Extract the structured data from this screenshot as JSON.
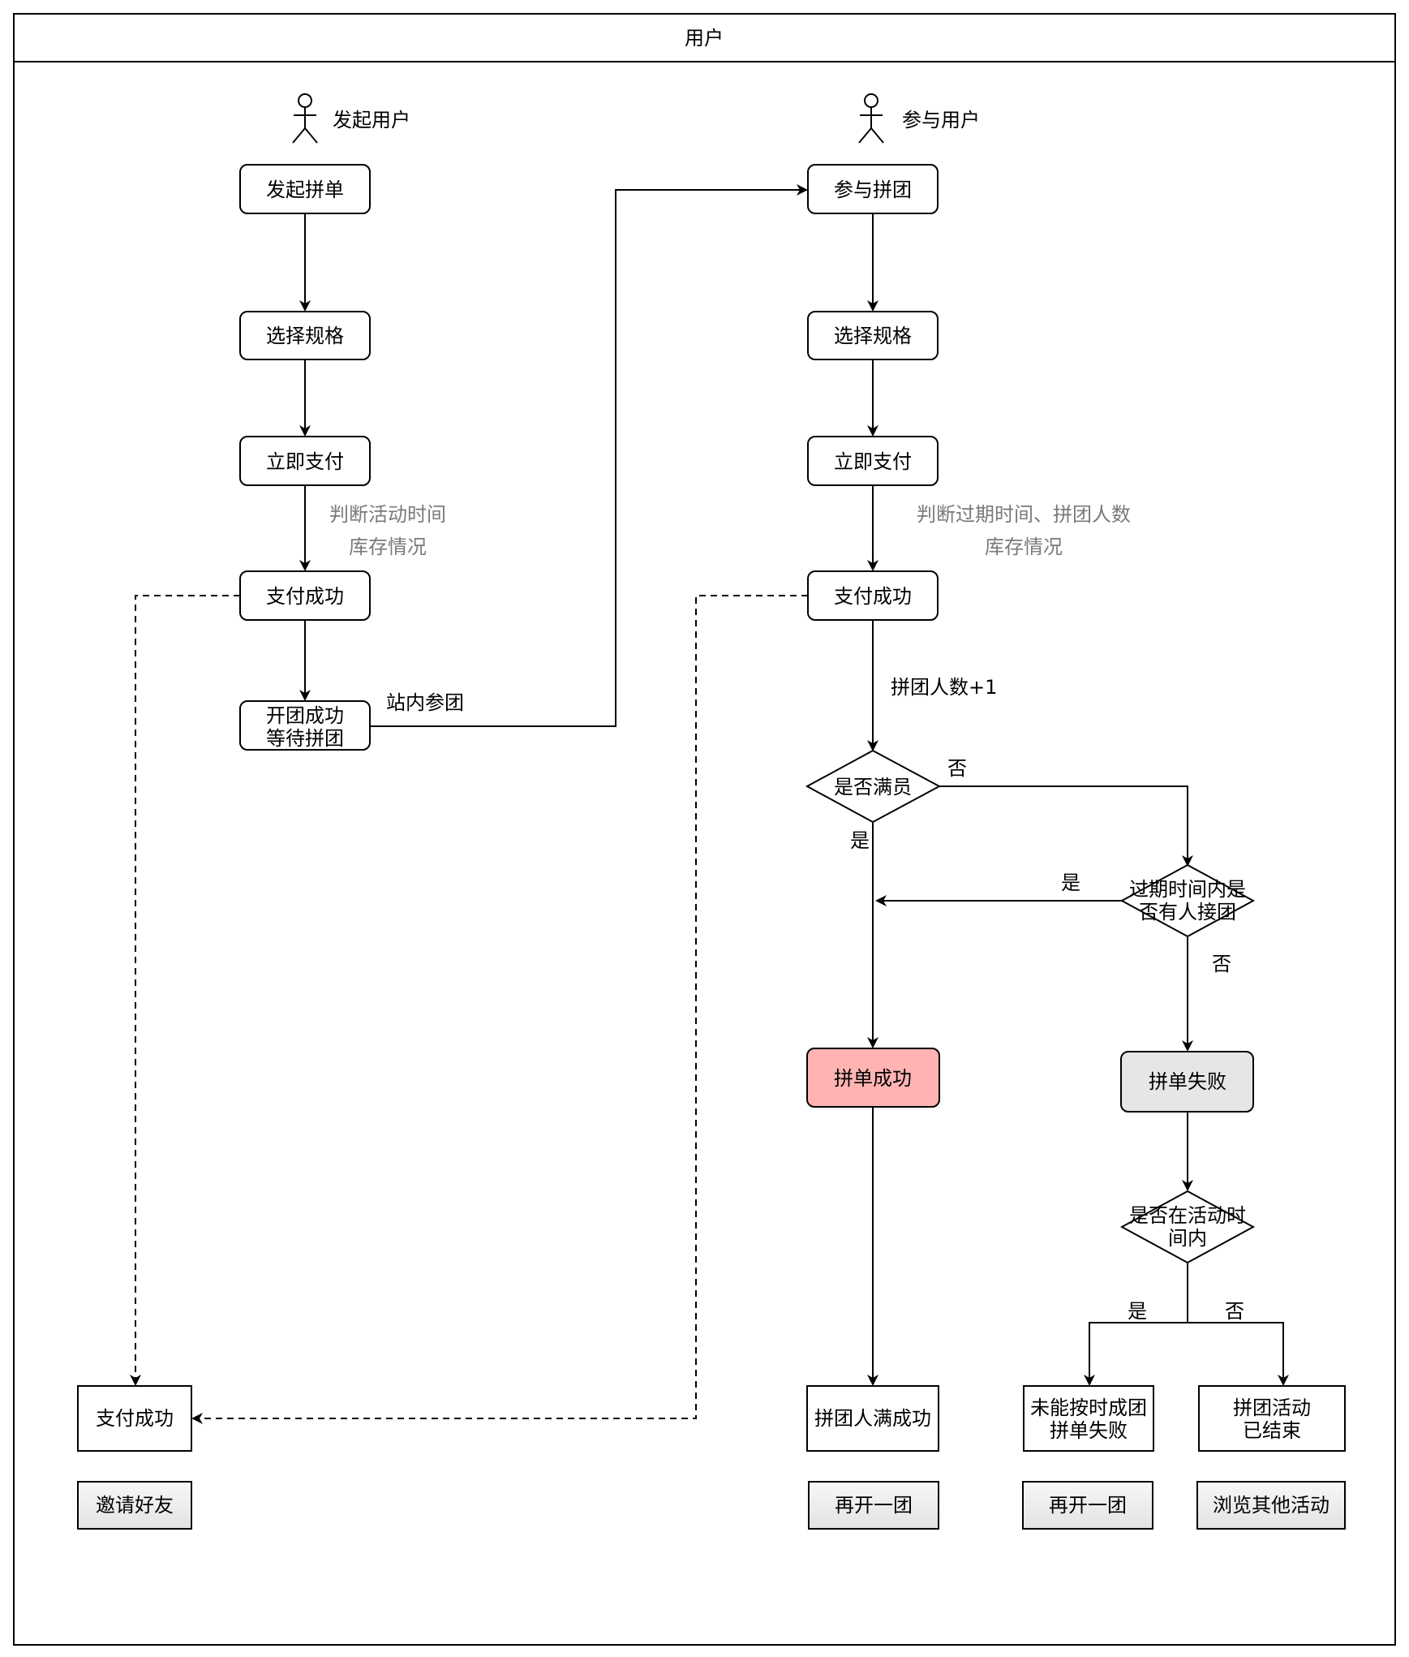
{
  "pool": {
    "title": "用户"
  },
  "actors": {
    "initiator": "发起用户",
    "participant": "参与用户"
  },
  "initiator_flow": {
    "start": "发起拼单",
    "choose_spec": "选择规格",
    "pay_now": "立即支付",
    "check_note_1": "判断活动时间",
    "check_note_2": "库存情况",
    "pay_success": "支付成功",
    "group_opened_1": "开团成功",
    "group_opened_2": "等待拼团",
    "in_site_join": "站内参团"
  },
  "participant_flow": {
    "join": "参与拼团",
    "choose_spec": "选择规格",
    "pay_now": "立即支付",
    "check_note_1": "判断过期时间、拼团人数",
    "check_note_2": "库存情况",
    "pay_success": "支付成功",
    "count_plus": "拼团人数+1",
    "is_full": "是否满员",
    "yes": "是",
    "no": "否",
    "someone_joined_1": "过期时间内是",
    "someone_joined_2": "否有人接团",
    "yes_2": "是",
    "no_2": "否",
    "success": "拼单成功",
    "fail": "拼单失败",
    "in_activity_1": "是否在活动时",
    "in_activity_2": "间内",
    "yes_3": "是",
    "no_3": "否"
  },
  "results": {
    "initiator_paid": "支付成功",
    "invite": "邀请好友",
    "full_success": "拼团人满成功",
    "reopen_1": "再开一团",
    "not_formed_1": "未能按时成团",
    "not_formed_2": "拼单失败",
    "reopen_2": "再开一团",
    "activity_ended_1": "拼团活动",
    "activity_ended_2": "已结束",
    "browse_other": "浏览其他活动"
  },
  "colors": {
    "success_fill": "#ffb3b3",
    "fail_fill": "#e6e6e6",
    "button_fill": "#f2f2f2",
    "note_text": "#7a7a7a"
  }
}
